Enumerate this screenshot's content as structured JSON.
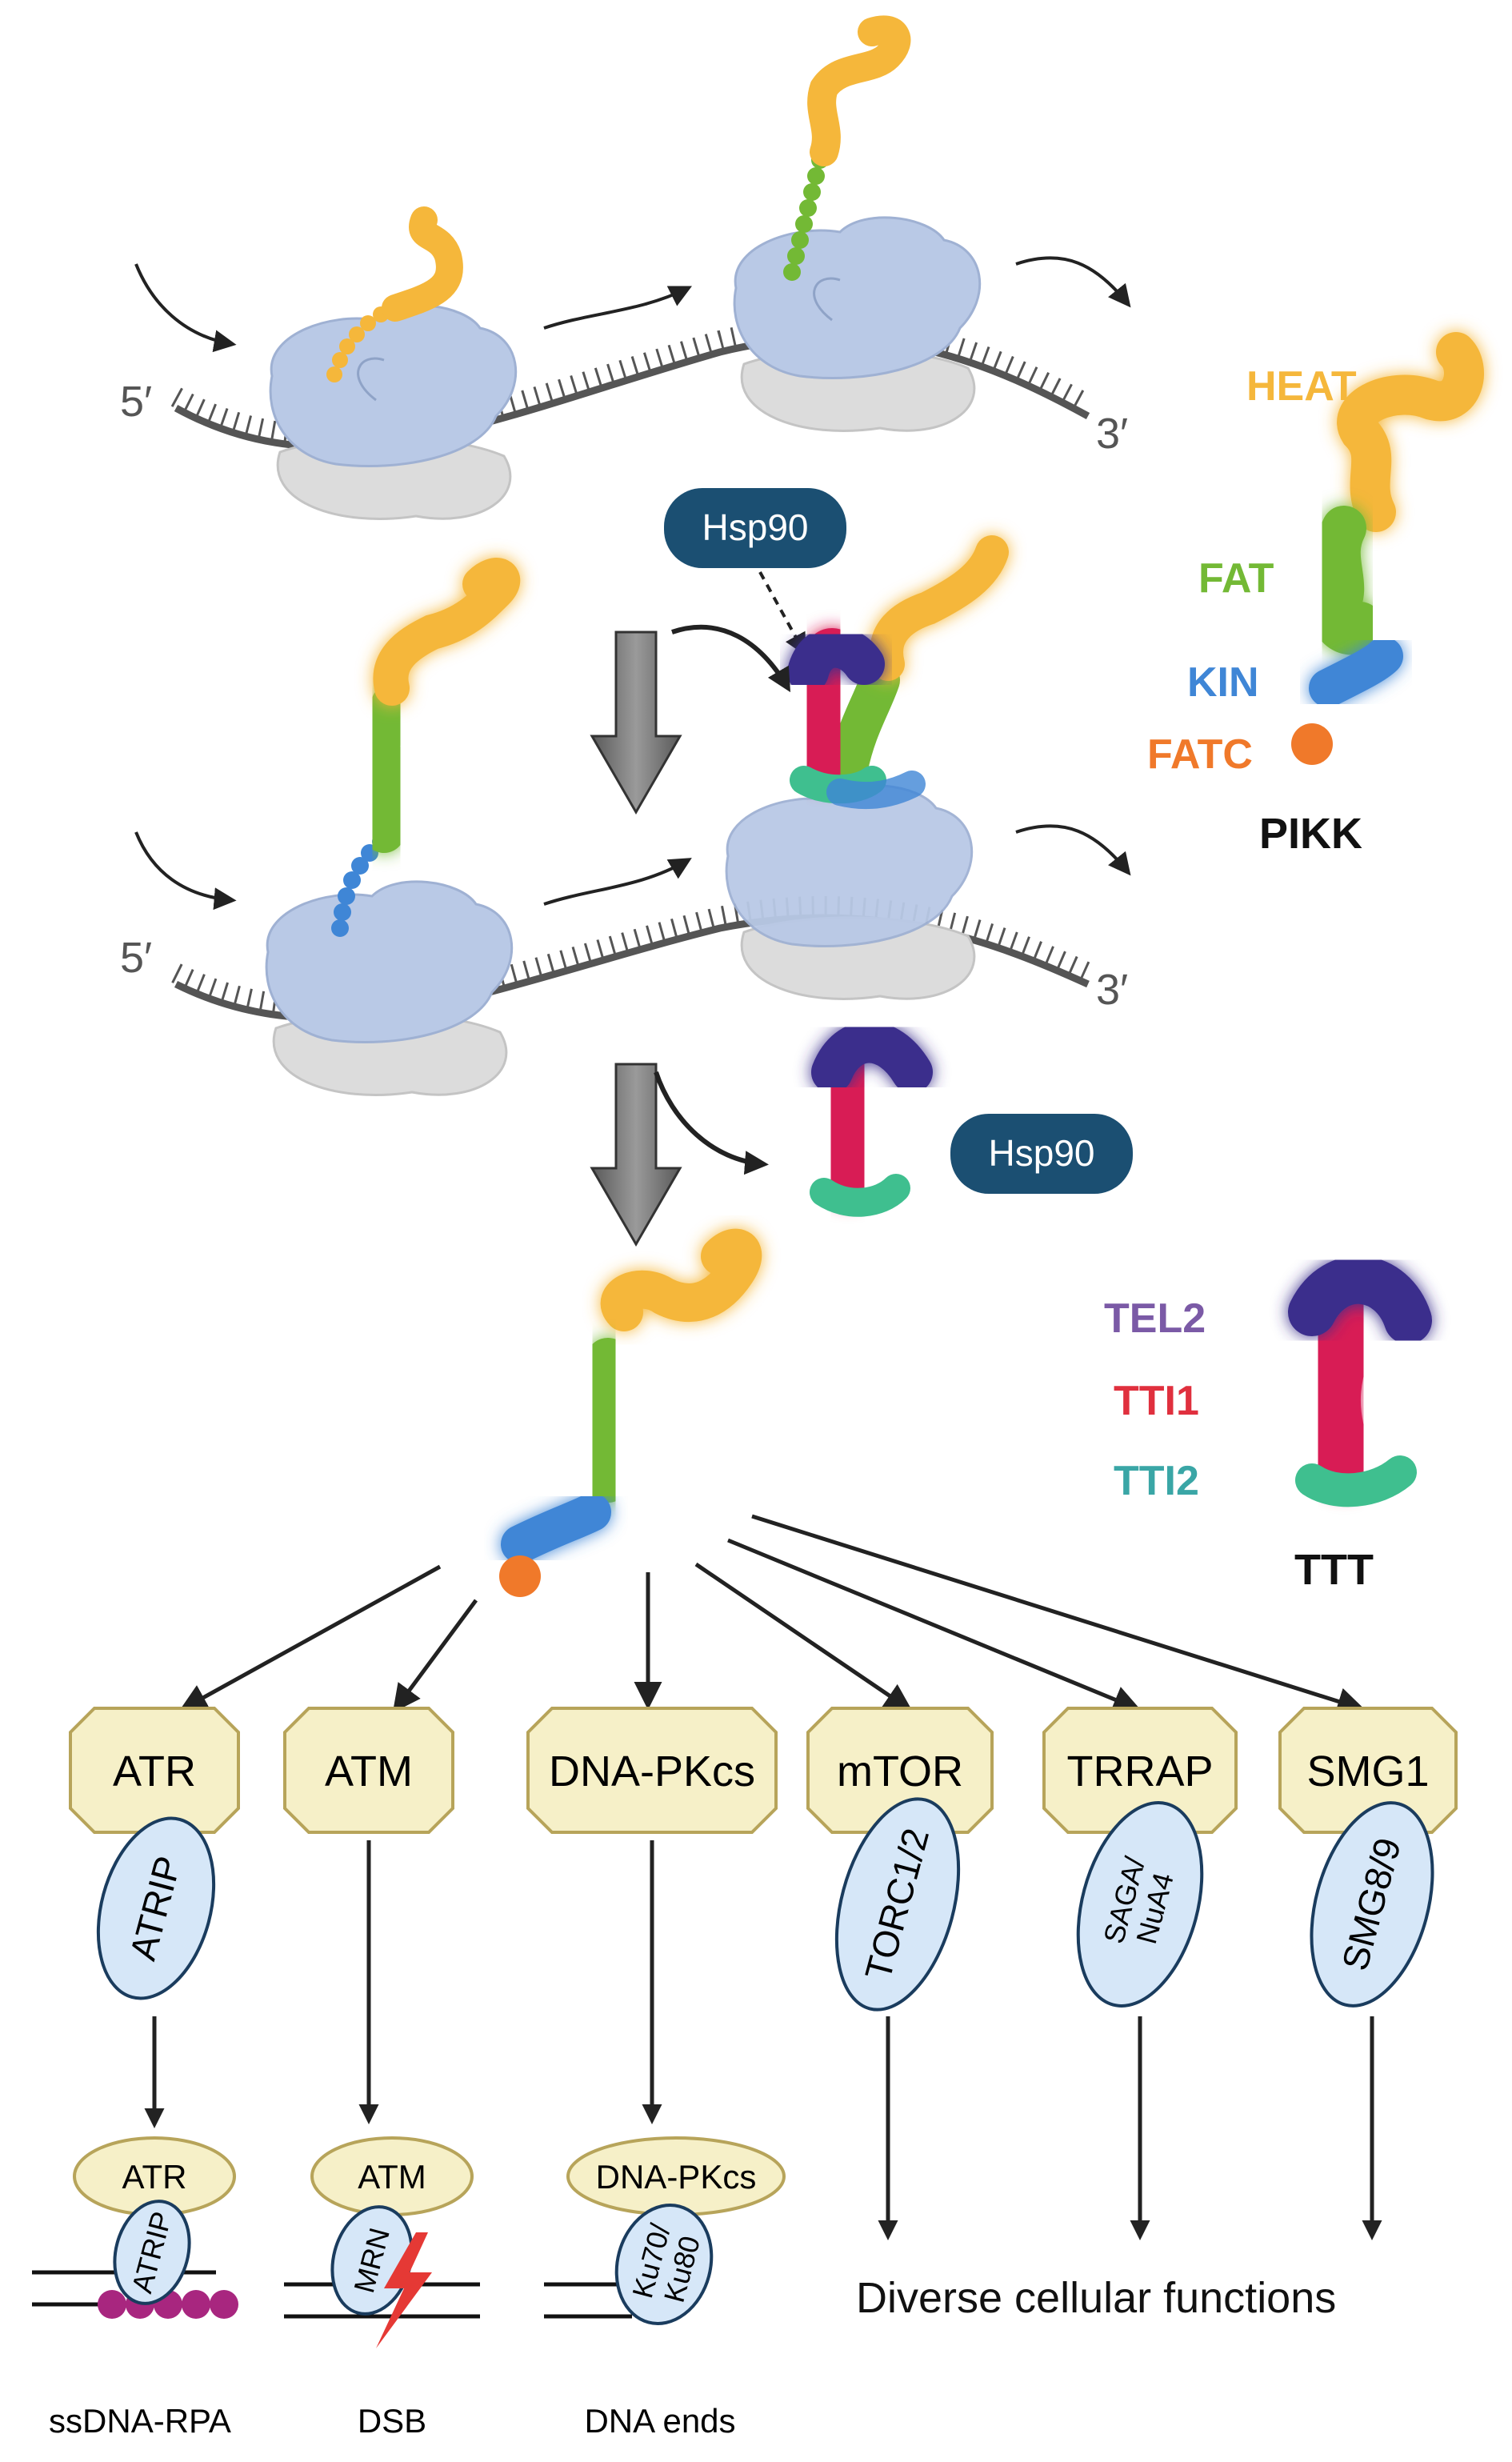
{
  "strand_ends": {
    "five_prime": "5′",
    "three_prime": "3′"
  },
  "hsp90": "Hsp90",
  "pikk_legend": {
    "domains": [
      {
        "name": "HEAT",
        "color": "#f5b73b"
      },
      {
        "name": "FAT",
        "color": "#73b935"
      },
      {
        "name": "KIN",
        "color": "#3f86d6"
      },
      {
        "name": "FATC",
        "color": "#f0792a"
      }
    ],
    "title": "PIKK"
  },
  "ttt_legend": {
    "subunits": [
      {
        "name": "TEL2",
        "color": "#7b5aa6"
      },
      {
        "name": "TTI1",
        "color": "#e0303e"
      },
      {
        "name": "TTI2",
        "color": "#3aa6a6"
      }
    ],
    "title": "TTT"
  },
  "kinases": [
    {
      "name": "ATR",
      "partner": "ATRIP"
    },
    {
      "name": "ATM"
    },
    {
      "name": "DNA-PKcs"
    },
    {
      "name": "mTOR",
      "partner": "TORC1/2"
    },
    {
      "name": "TRRAP",
      "partner": "SAGA/\nNuA4"
    },
    {
      "name": "SMG1",
      "partner": "SMG8/9"
    }
  ],
  "contexts": [
    {
      "kinase": "ATR",
      "partner": "ATRIP",
      "label": "ssDNA-RPA"
    },
    {
      "kinase": "ATM",
      "partner": "MRN",
      "label": "DSB"
    },
    {
      "kinase": "DNA-PKcs",
      "partner": "Ku70/\nKu80",
      "label": "DNA ends"
    }
  ],
  "outcome": "Diverse cellular functions",
  "colors": {
    "heat": "#f5b73b",
    "fat": "#73b935",
    "kin": "#3f86d6",
    "fatc": "#f0792a",
    "tel2": "#3a2d8c",
    "tti1": "#d81f55",
    "tti2": "#3fbf8f",
    "ribosome_large": "#b9c9e6",
    "ribosome_small": "#dcdcdc",
    "hexagon_fill": "#f6f0c8",
    "hexagon_stroke": "#b7a45a",
    "partner_fill": "#d6e7f8",
    "hsp90_fill": "#1b4f72",
    "rpa": "#a8267f"
  }
}
